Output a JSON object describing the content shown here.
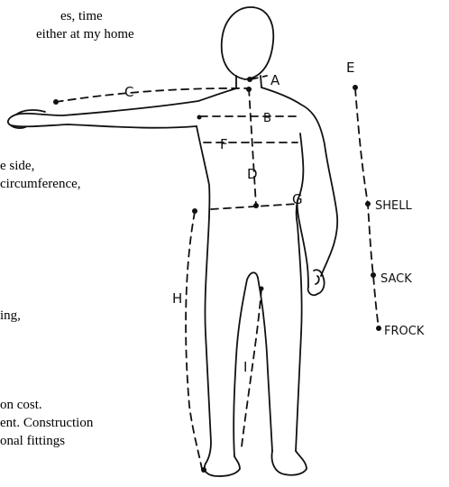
{
  "text_fragments": [
    "es, time",
    "either at my home",
    "e side,",
    "circumference,",
    "ing,",
    "on cost.",
    "ent.  Construction",
    "onal fittings"
  ],
  "diagram": {
    "measurement_labels": [
      "A",
      "B",
      "C",
      "D",
      "F",
      "G",
      "H",
      "I"
    ],
    "length_scale": {
      "top_label": "E",
      "marks": [
        "SHELL",
        "SACK",
        "FROCK"
      ]
    }
  }
}
